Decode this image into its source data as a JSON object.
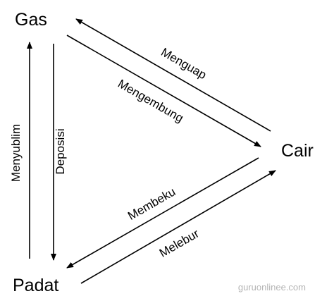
{
  "states": {
    "gas": "Gas",
    "liquid": "Cair",
    "solid": "Padat"
  },
  "processes": {
    "evaporate": "Menguap",
    "condense": "Mengembung",
    "freeze": "Membeku",
    "melt": "Melebur",
    "sublimate": "Menyublim",
    "deposit": "Deposisi"
  },
  "watermark": "guruonlinee.com",
  "colors": {
    "ink": "#000000",
    "watermark": "#b5b5b5",
    "background": "#ffffff"
  }
}
